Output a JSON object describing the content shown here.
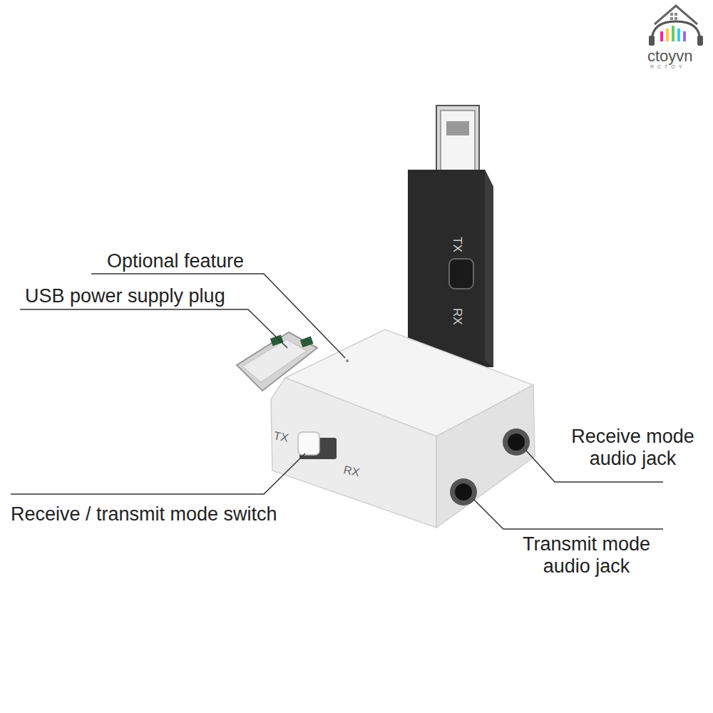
{
  "diagram": {
    "labels": [
      "ctoyvn",
      "RCTOY",
      "TX",
      "RX",
      "Optional feature",
      "USB power supply plug",
      "TX",
      "RX",
      "Receive / transmit mode switch",
      "Receive mode audio jack",
      "Transmit mode audio jack"
    ]
  }
}
